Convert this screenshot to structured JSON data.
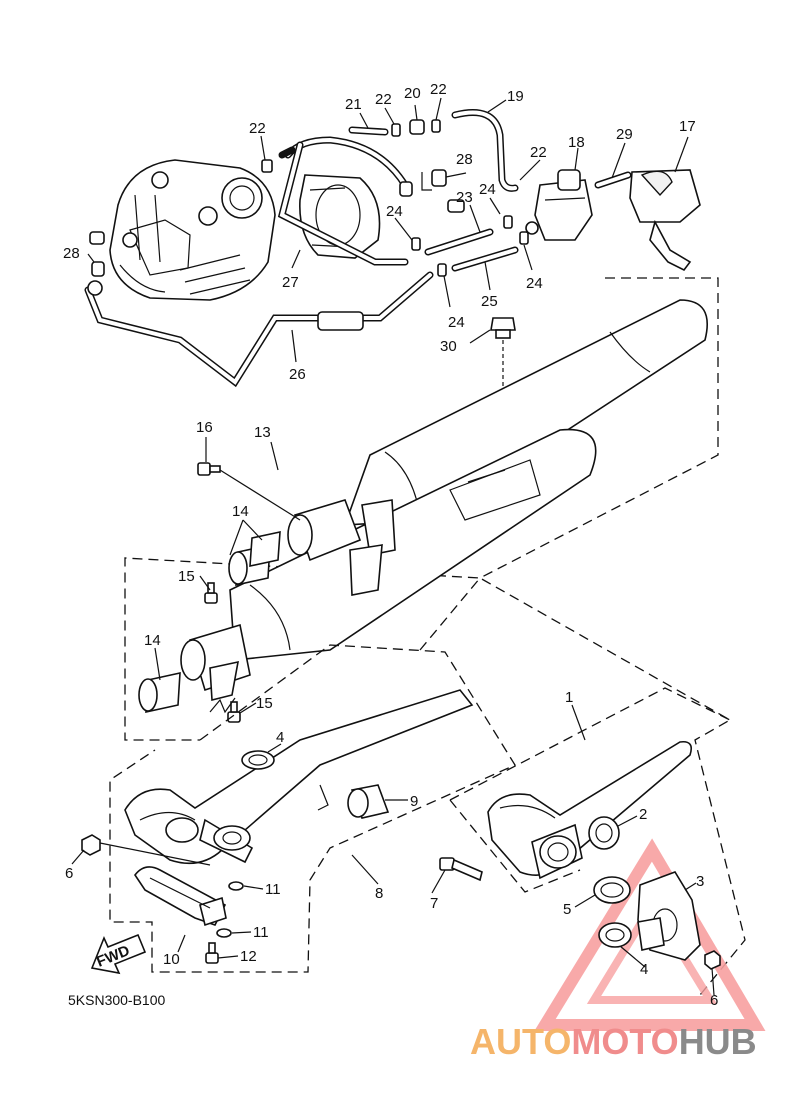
{
  "diagram": {
    "drawing_code": "5KSN300-B100",
    "fwd_badge": "FWD",
    "callouts": [
      {
        "id": "c21",
        "text": "21"
      },
      {
        "id": "c22a",
        "text": "22"
      },
      {
        "id": "c20",
        "text": "20"
      },
      {
        "id": "c22b",
        "text": "22"
      },
      {
        "id": "c19",
        "text": "19"
      },
      {
        "id": "c22c",
        "text": "22"
      },
      {
        "id": "c28a",
        "text": "28"
      },
      {
        "id": "c22d",
        "text": "22"
      },
      {
        "id": "c18",
        "text": "18"
      },
      {
        "id": "c29",
        "text": "29"
      },
      {
        "id": "c17",
        "text": "17"
      },
      {
        "id": "c24a",
        "text": "24"
      },
      {
        "id": "c23",
        "text": "23"
      },
      {
        "id": "c24b",
        "text": "24"
      },
      {
        "id": "c28b",
        "text": "28"
      },
      {
        "id": "c27",
        "text": "27"
      },
      {
        "id": "c24c",
        "text": "24"
      },
      {
        "id": "c25",
        "text": "25"
      },
      {
        "id": "c24d",
        "text": "24"
      },
      {
        "id": "c30",
        "text": "30"
      },
      {
        "id": "c26",
        "text": "26"
      },
      {
        "id": "c16",
        "text": "16"
      },
      {
        "id": "c13",
        "text": "13"
      },
      {
        "id": "c14a",
        "text": "14"
      },
      {
        "id": "c15a",
        "text": "15"
      },
      {
        "id": "c14b",
        "text": "14"
      },
      {
        "id": "c15b",
        "text": "15"
      },
      {
        "id": "c1",
        "text": "1"
      },
      {
        "id": "c4a",
        "text": "4"
      },
      {
        "id": "c9",
        "text": "9"
      },
      {
        "id": "c2",
        "text": "2"
      },
      {
        "id": "c6a",
        "text": "6"
      },
      {
        "id": "c3",
        "text": "3"
      },
      {
        "id": "c8",
        "text": "8"
      },
      {
        "id": "c7",
        "text": "7"
      },
      {
        "id": "c5",
        "text": "5"
      },
      {
        "id": "c11a",
        "text": "11"
      },
      {
        "id": "c11b",
        "text": "11"
      },
      {
        "id": "c10",
        "text": "10"
      },
      {
        "id": "c12",
        "text": "12"
      },
      {
        "id": "c4b",
        "text": "4"
      },
      {
        "id": "c6b",
        "text": "6"
      }
    ]
  },
  "watermark": {
    "part_a": "AUTO",
    "part_b": "MOTO",
    "part_c": "HUB",
    "triangle_color": "#f7a0a0",
    "color_a": "#f5b56a",
    "color_b": "#f08c8c",
    "color_c": "#8a8a8a"
  }
}
